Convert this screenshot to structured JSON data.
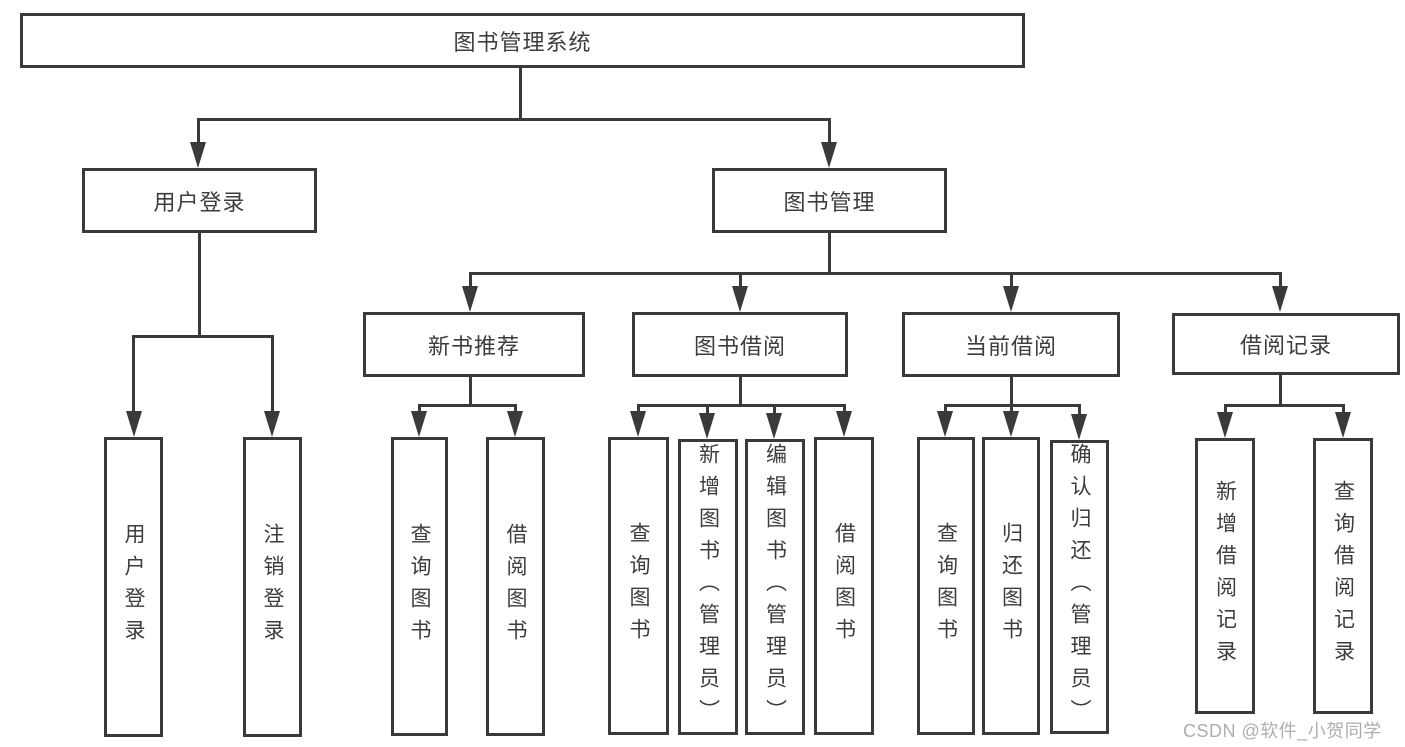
{
  "colors": {
    "line": "#3a3a3a",
    "text": "#3d3d3d",
    "background": "#ffffff",
    "watermark": "#a5a5a5"
  },
  "watermark": {
    "text": "CSDN @软件_小贺同学"
  },
  "nodes": {
    "root": {
      "label": "图书管理系统"
    },
    "user_login": {
      "label": "用户登录"
    },
    "book_mgmt": {
      "label": "图书管理"
    },
    "new_book_rec": {
      "label": "新书推荐"
    },
    "book_borrow": {
      "label": "图书借阅"
    },
    "current_borrow": {
      "label": "当前借阅"
    },
    "borrow_record": {
      "label": "借阅记录"
    },
    "leaf_user_login": {
      "label": "用户登录"
    },
    "leaf_logout": {
      "label": "注销登录"
    },
    "leaf_nb_query_book": {
      "label": "查询图书"
    },
    "leaf_nb_borrow_book": {
      "label": "借阅图书"
    },
    "leaf_bb_query_book": {
      "label": "查询图书"
    },
    "leaf_bb_add_book": {
      "label": "新增图书（管理员）"
    },
    "leaf_bb_edit_book": {
      "label": "编辑图书（管理员）"
    },
    "leaf_bb_borrow_book": {
      "label": "借阅图书"
    },
    "leaf_cb_query_book": {
      "label": "查询图书"
    },
    "leaf_cb_return_book": {
      "label": "归还图书"
    },
    "leaf_cb_confirm_return": {
      "label": "确认归还（管理员）"
    },
    "leaf_br_add_record": {
      "label": "新增借阅记录"
    },
    "leaf_br_query_record": {
      "label": "查询借阅记录"
    }
  },
  "hierarchy": {
    "图书管理系统": [
      "用户登录",
      "图书管理"
    ],
    "用户登录": [
      "用户登录",
      "注销登录"
    ],
    "图书管理": [
      "新书推荐",
      "图书借阅",
      "当前借阅",
      "借阅记录"
    ],
    "新书推荐": [
      "查询图书",
      "借阅图书"
    ],
    "图书借阅": [
      "查询图书",
      "新增图书（管理员）",
      "编辑图书（管理员）",
      "借阅图书"
    ],
    "当前借阅": [
      "查询图书",
      "归还图书",
      "确认归还（管理员）"
    ],
    "借阅记录": [
      "新增借阅记录",
      "查询借阅记录"
    ]
  }
}
